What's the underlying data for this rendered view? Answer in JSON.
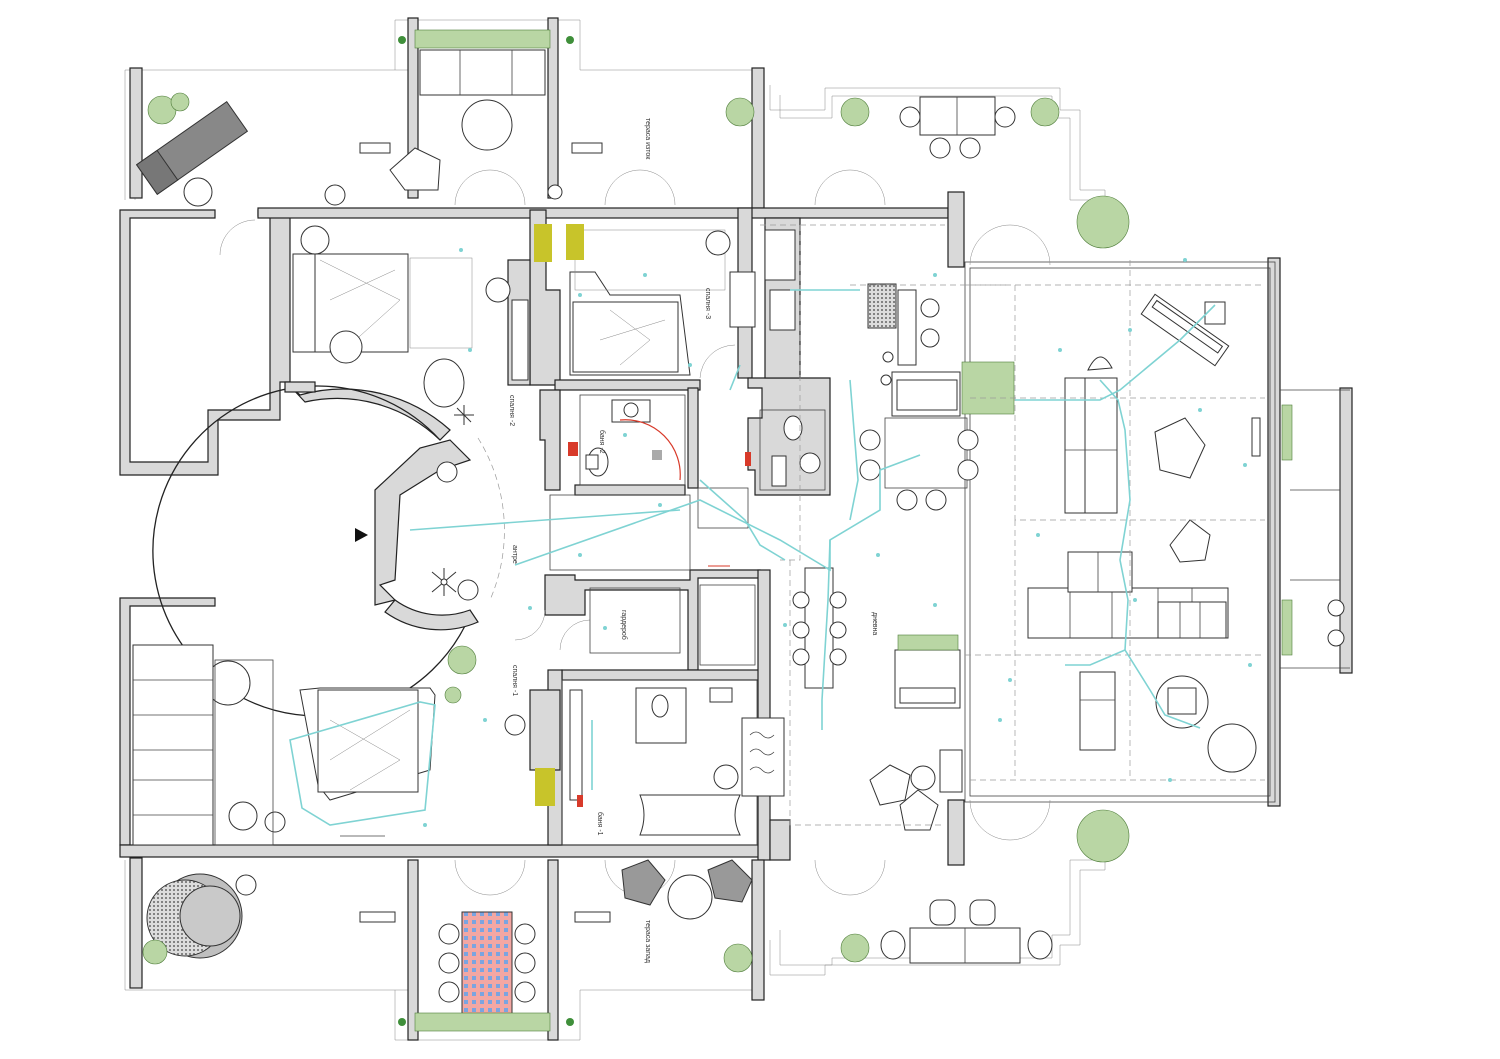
{
  "plan": {
    "rooms": [
      {
        "id": "terrace-north",
        "label": "тераса изток"
      },
      {
        "id": "bedroom-3",
        "label": "спалня -3"
      },
      {
        "id": "bedroom-2",
        "label": "спалня -2"
      },
      {
        "id": "bath-2",
        "label": "баня -2"
      },
      {
        "id": "entry",
        "label": "антре"
      },
      {
        "id": "storage",
        "label": "гардероб"
      },
      {
        "id": "bedroom-1",
        "label": "спалня -1"
      },
      {
        "id": "bath-1",
        "label": "баня -1"
      },
      {
        "id": "living",
        "label": "дневна"
      },
      {
        "id": "terrace-south",
        "label": "тераса запад"
      }
    ]
  },
  "colors": {
    "wall_fill": "#d9d9d9",
    "accent_cyan": "#7fd3d3",
    "accent_yellow": "#c8c42a",
    "accent_red": "#d83a2a",
    "plant_green": "#3f8f3a"
  },
  "icons": {
    "entry_marker": "triangle-entry-icon"
  }
}
